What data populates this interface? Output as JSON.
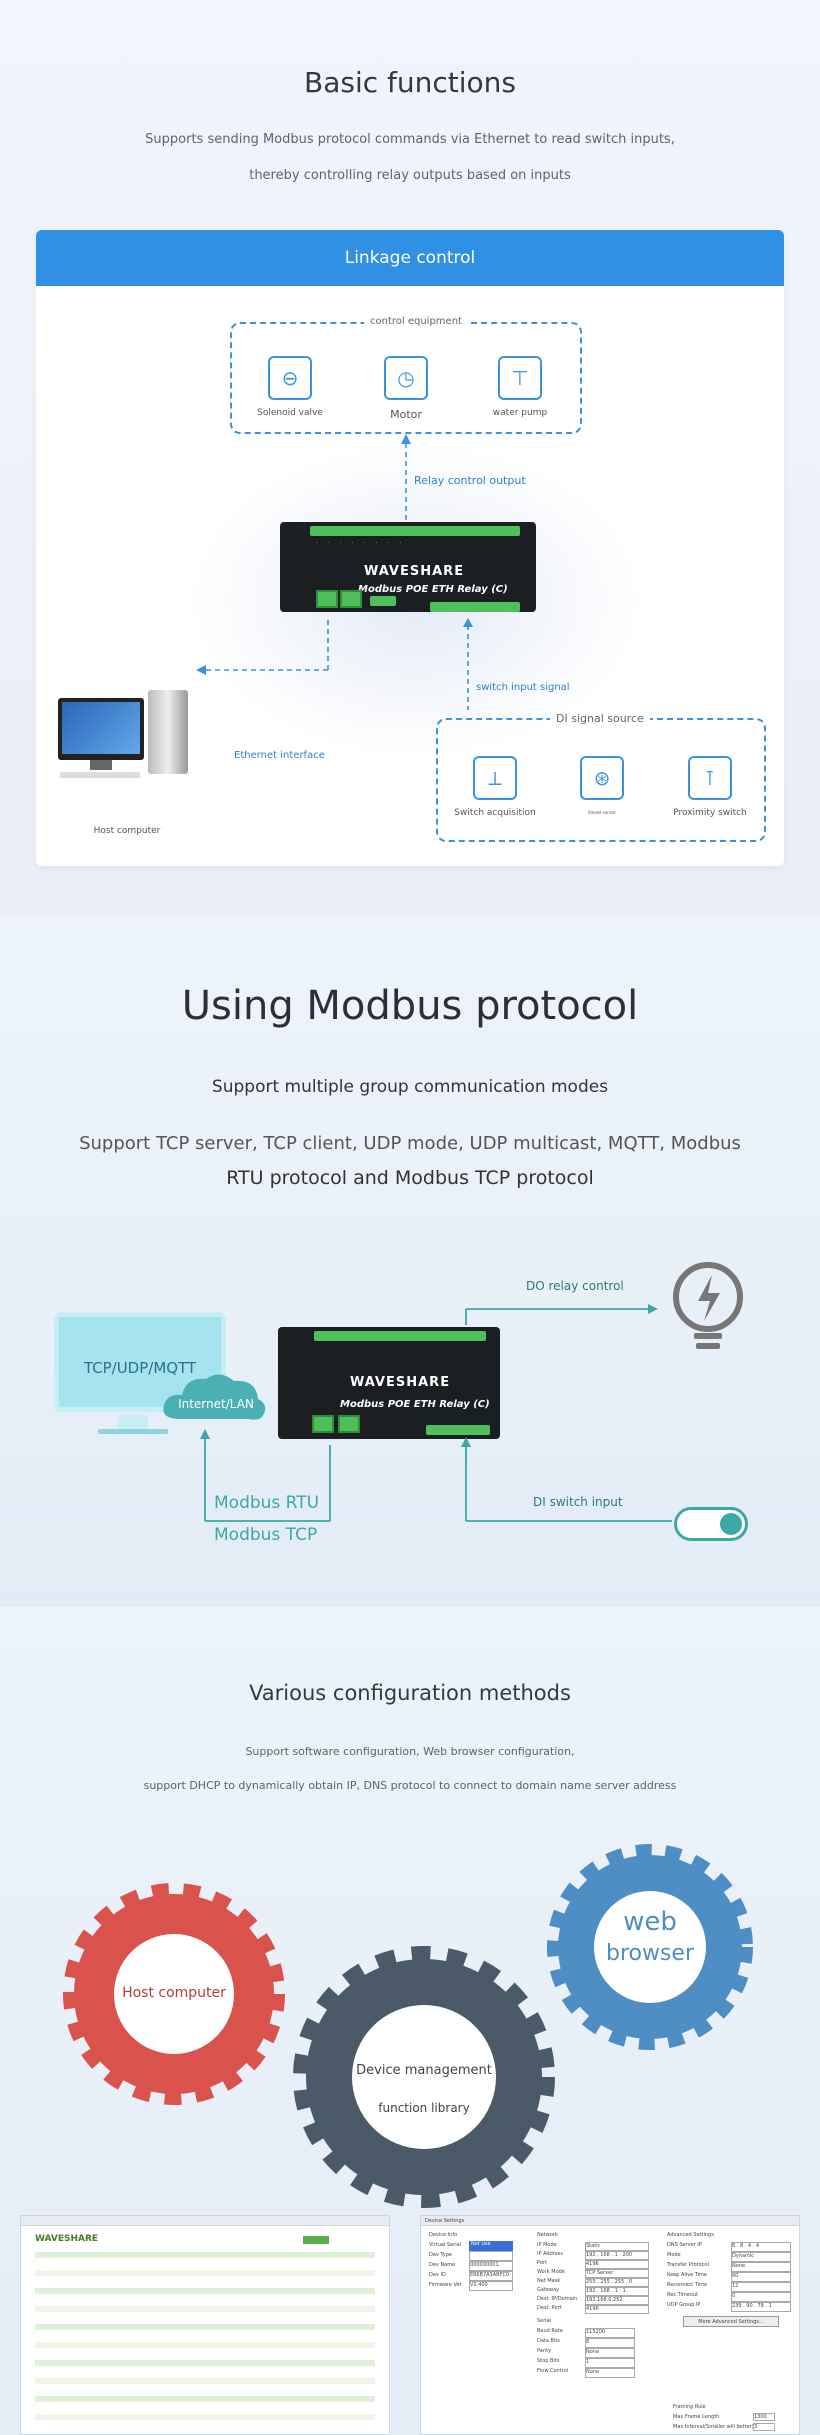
{
  "basic": {
    "title": "Basic functions",
    "subtitle_line1": "Supports sending Modbus protocol commands via Ethernet to read switch inputs,",
    "subtitle_line2": "thereby controlling relay outputs based on inputs",
    "card_title": "Linkage control",
    "control_equipment": "control equipment",
    "devices": [
      {
        "label": "Solenoid valve",
        "icon": "solenoid-valve-icon"
      },
      {
        "label": "Motor",
        "icon": "motor-icon"
      },
      {
        "label": "water pump",
        "icon": "water-pump-icon"
      }
    ],
    "relay_control_output": "Relay control output",
    "switch_input_signal": "switch input signal",
    "di_signal_source": "DI signal source",
    "sources": [
      {
        "label": "Switch acquisition",
        "icon": "switch-acquisition-icon"
      },
      {
        "label": "Smoke sensor",
        "icon": "smoke-sensor-icon"
      },
      {
        "label": "Proximity switch",
        "icon": "proximity-switch-icon"
      }
    ],
    "ethernet_interface": "Ethernet interface",
    "host_computer": "Host computer",
    "board_logo": "WAVESHARE",
    "board_model": "Modbus POE ETH Relay (C)"
  },
  "modbus": {
    "title": "Using Modbus protocol",
    "subtitle": "Support multiple group communication modes",
    "desc_line1": "Support TCP server, TCP client, UDP mode, UDP multicast, MQTT, Modbus",
    "desc_line2": "RTU protocol and Modbus TCP protocol",
    "monitor_text": "TCP/UDP/MQTT",
    "cloud_text": "Internet/LAN",
    "do_relay_control": "DO relay control",
    "di_switch_input": "DI switch input",
    "modbus_rtu": "Modbus RTU",
    "modbus_tcp": "Modbus TCP"
  },
  "config": {
    "title": "Various configuration methods",
    "desc_line1": "Support software configuration, Web browser configuration,",
    "desc_line2": "support DHCP to dynamically obtain IP, DNS protocol to connect to domain name server address",
    "gear_host": "Host computer",
    "gear_lib_line1": "Device management",
    "gear_lib_line2": "function library",
    "gear_web_line1": "web",
    "gear_web_line2": "browser",
    "web_shot_logo": "WAVESHARE",
    "device_settings_title": "Device Settings",
    "ds_device_info": "Device Info",
    "ds_network": "Network",
    "ds_advanced": "Advanced Settings",
    "ds_fields": [
      "Virtual Serial",
      "Dev Type",
      "Dev Name",
      "Dev ID",
      "Firmware Ver"
    ],
    "ds_values": [
      "Not Use",
      "",
      "000000001",
      "E86B7A3ABFC0",
      "V1.400"
    ],
    "ds_net_fields": [
      "IP Mode",
      "IP Address",
      "Port",
      "Work Mode",
      "Net Mask",
      "Gateway",
      "Dest. IP/Domain",
      "Dest. Port"
    ],
    "ds_net_values": [
      "Static",
      "192 . 168 . 1 . 200",
      "4196",
      "TCP Server",
      "255 . 255 . 255 . 0",
      "192 . 168 . 1 . 1",
      "192.168.0.252",
      "4196"
    ],
    "ds_serial": "Serial",
    "ds_serial_fields": [
      "Baud Rate",
      "Data Bits",
      "Parity",
      "Stop Bits",
      "Flow Control"
    ],
    "ds_serial_values": [
      "115200",
      "8",
      "None",
      "1",
      "None"
    ],
    "ds_adv_fields": [
      "DNS Server IP",
      "Mode",
      "Transfer Protocol",
      "Keep Alive Time",
      "Reconnect Time",
      "Rec.Timeout",
      "UDP Group IP"
    ],
    "ds_adv_values": [
      "8 . 8 . 4 . 4",
      "Dynamic",
      "None",
      "60",
      "12",
      "0",
      "239 . 90 . 78 . 1"
    ],
    "ds_more_btn": "More Advanced Settings...",
    "ds_framing": "Framing Rule",
    "ds_max_frame": "Max Frame Length",
    "ds_max_frame_val": "1300",
    "ds_max_interval": "Max Interval(Smaller will better)",
    "ds_max_interval_val": "3"
  },
  "colors": {
    "accent_blue": "#2f90e4",
    "teal": "#3aa9a6",
    "gear_red": "#d9534c",
    "gear_gray": "#4b5a68",
    "gear_blue": "#4f8dc5"
  }
}
